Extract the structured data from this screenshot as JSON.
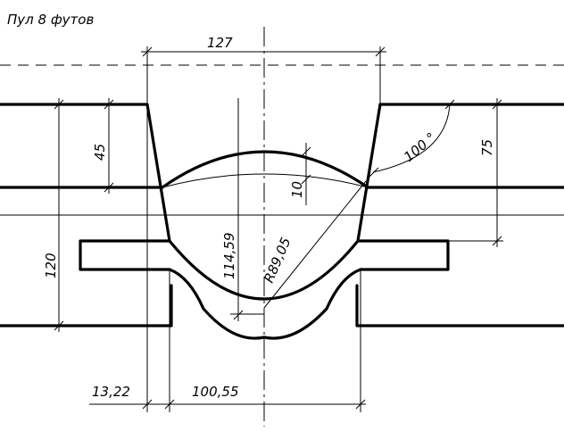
{
  "title": "Пул 8 футов",
  "dimensions": {
    "top_width": "127",
    "depth_45": "45",
    "depth_75": "75",
    "total_120": "120",
    "angle": "100 °",
    "gap_10": "10",
    "height_114": "114,59",
    "radius": "R89,05",
    "offset_13": "13,22",
    "width_100": "100,55"
  }
}
